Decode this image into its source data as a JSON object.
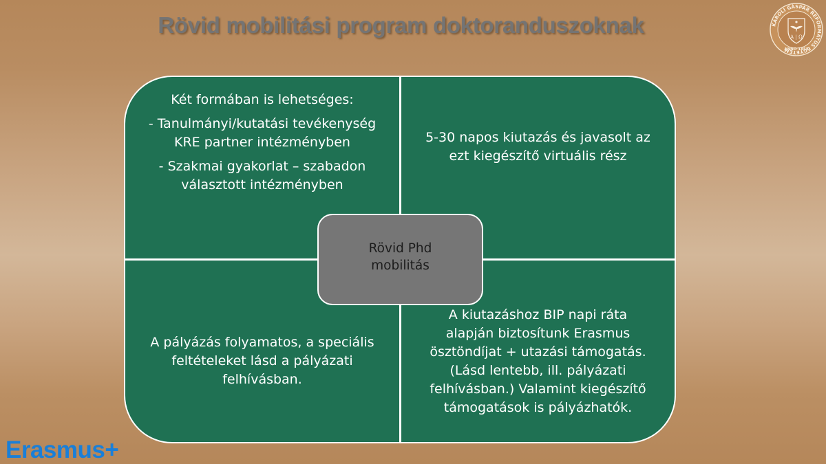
{
  "slide": {
    "title": "Rövid mobilitási program doktoranduszoknak",
    "logo": {
      "icon": "university-seal-icon",
      "ring_text": "KÁROLI GÁSPÁR REFORMÁTUS EGYETEM",
      "inner_text": "Α | Ω",
      "year_text": "ANNO 1855"
    },
    "center": {
      "line1": "Rövid Phd",
      "line2": "mobilitás"
    },
    "quadrants": {
      "top_left": {
        "heading": "Két formában is lehetséges:",
        "item1_line1": "- Tanulmányi/kutatási tevékenység",
        "item1_line2": "KRE partner intézményben",
        "item2_line1": "- Szakmai gyakorlat – szabadon",
        "item2_line2": "választott intézményben"
      },
      "top_right": {
        "line1": "5-30 napos kiutazás és javasolt az",
        "line2": "ezt kiegészítő virtuális rész"
      },
      "bottom_left": {
        "line1": "A pályázás folyamatos, a speciális",
        "line2": "feltételeket lásd a pályázati",
        "line3": "felhívásban."
      },
      "bottom_right": {
        "line1": "A kiutazáshoz BIP napi ráta",
        "line2": "alapján biztosítunk Erasmus",
        "line3": "ösztöndíjat + utazási támogatás.",
        "line4": "(Lásd lentebb, ill. pályázati",
        "line5": "felhívásban.) Valamint kiegészítő",
        "line6": "támogatások is pályázhatók."
      }
    },
    "footer_logo": "Erasmus+",
    "colors": {
      "quadrant_green": "#1f7153",
      "center_gray": "#767676",
      "title_gray": "#747474",
      "erasmus_blue": "#1a7fd8",
      "background_tan": "#b5875a"
    }
  }
}
